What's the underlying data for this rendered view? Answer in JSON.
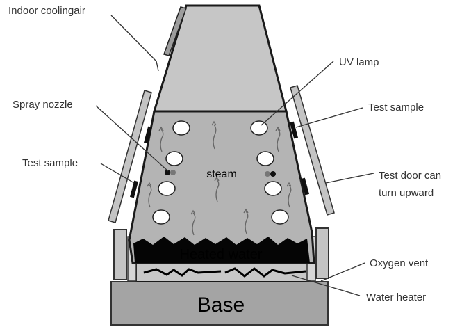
{
  "labels": {
    "indoor_cooling_air": "Indoor coolingair",
    "uv_lamp": "UV lamp",
    "spray_nozzle": "Spray nozzle",
    "test_sample_right": "Test sample",
    "test_sample_left": "Test sample",
    "test_door_line1": "Test door can",
    "test_door_line2": "turn upward",
    "steam": "steam",
    "heated_water": "Heated water",
    "oxygen_vent": "Oxygen vent",
    "water_heater": "Water heater",
    "base": "Base"
  },
  "colors": {
    "chamber_fill": "#b4b4b4",
    "top_fill": "#c6c6c6",
    "base_fill": "#a4a4a4",
    "panel_fill": "#c4c4c4",
    "outline": "#1a1a1a",
    "water_fill": "#050505"
  }
}
